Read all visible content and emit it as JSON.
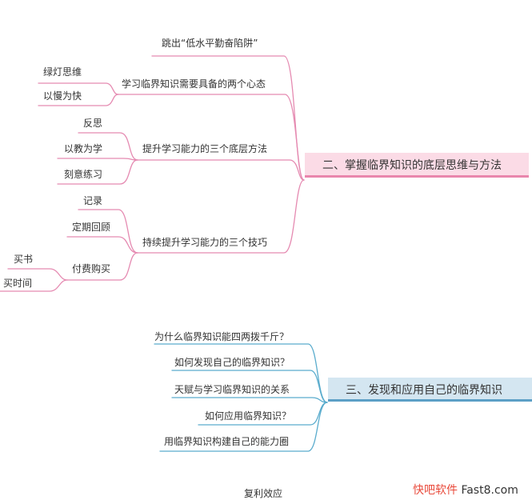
{
  "colors": {
    "pink": "#e58ab1",
    "pink_fill": "#fbdbe6",
    "blue": "#5aaccd",
    "blue_fill": "#d4e6f1"
  },
  "section2": {
    "title": "二、掌握临界知识的底层思维与方法",
    "branches": [
      {
        "label": "跳出“低水平勤奋陷阱”"
      },
      {
        "label": "学习临界知识需要具备的两个心态",
        "children": [
          "绿灯思维",
          "以慢为快"
        ]
      },
      {
        "label": "提升学习能力的三个底层方法",
        "children": [
          "反思",
          "以教为学",
          "刻意练习"
        ]
      },
      {
        "label": "持续提升学习能力的三个技巧",
        "children": [
          "记录",
          "定期回顾",
          "付费购买"
        ],
        "grandchildren": [
          "买书",
          "买时间"
        ]
      }
    ]
  },
  "section3": {
    "title": "三、发现和应用自己的临界知识",
    "branches": [
      "为什么临界知识能四两拨千斤？",
      "如何发现自己的临界知识？",
      "天赋与学习临界知识的关系",
      "如何应用临界知识？",
      "用临界知识构建自己的能力圈"
    ]
  },
  "section4": {
    "title": "复利效应"
  },
  "watermark": {
    "brand": "快吧软件",
    "site": "Fast8.com"
  }
}
